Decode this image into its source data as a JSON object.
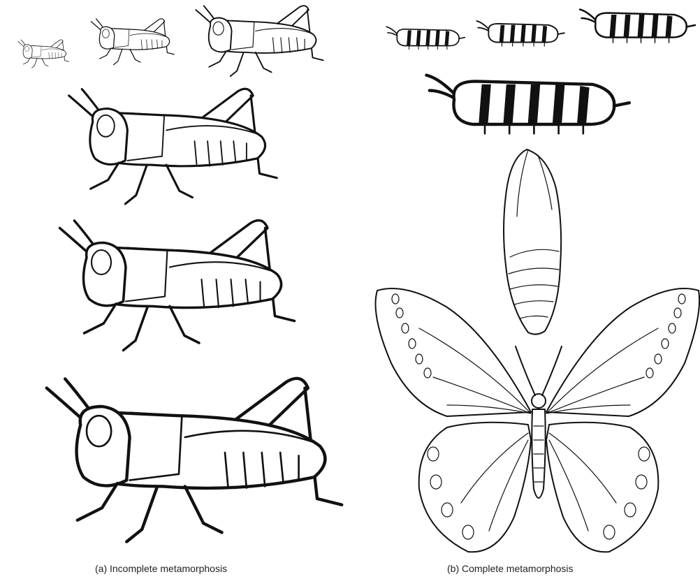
{
  "panels": [
    {
      "id": "a",
      "caption": "(a) Incomplete metamorphosis",
      "stages": [
        "nymph-1",
        "nymph-2",
        "nymph-3",
        "nymph-4",
        "nymph-5",
        "adult-grasshopper"
      ]
    },
    {
      "id": "b",
      "caption": "(b) Complete metamorphosis",
      "stages": [
        "larva-1",
        "larva-2",
        "larva-3",
        "larva-4",
        "pupa",
        "adult-butterfly"
      ]
    }
  ],
  "colors": {
    "ink": "#111111",
    "background": "#ffffff",
    "caption": "#222222"
  }
}
